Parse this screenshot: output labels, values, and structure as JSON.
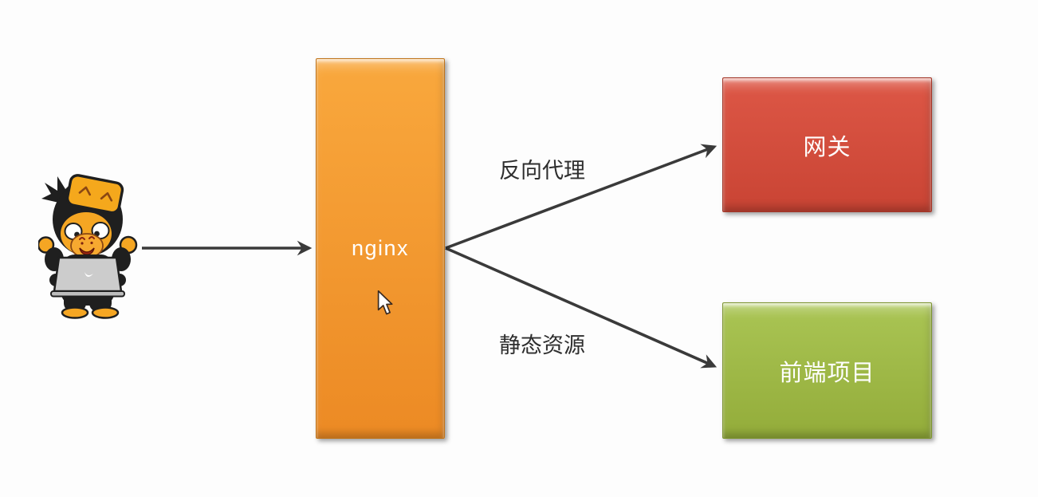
{
  "nodes": {
    "nginx": {
      "label": "nginx"
    },
    "gateway": {
      "label": "网关"
    },
    "frontend": {
      "label": "前端项目"
    }
  },
  "edges": {
    "reverse_proxy": {
      "label": "反向代理"
    },
    "static_resources": {
      "label": "静态资源"
    }
  },
  "icons": {
    "mascot": "monkey-coder-mascot",
    "cursor": "mouse-pointer-icon"
  },
  "colors": {
    "canvas_bg": "#fdfdfd",
    "arrow": "#3a3a3a",
    "edge_label_text": "#2e2e2e",
    "node_text": "#ffffff",
    "nginx_top": "#f9a83d",
    "nginx_bottom": "#ec8a24",
    "nginx_border": "#c1741a",
    "gateway_top": "#dd5746",
    "gateway_bottom": "#c94434",
    "gateway_border": "#a33526",
    "frontend_top": "#aac554",
    "frontend_bottom": "#93ac3a",
    "frontend_border": "#7d9430"
  }
}
